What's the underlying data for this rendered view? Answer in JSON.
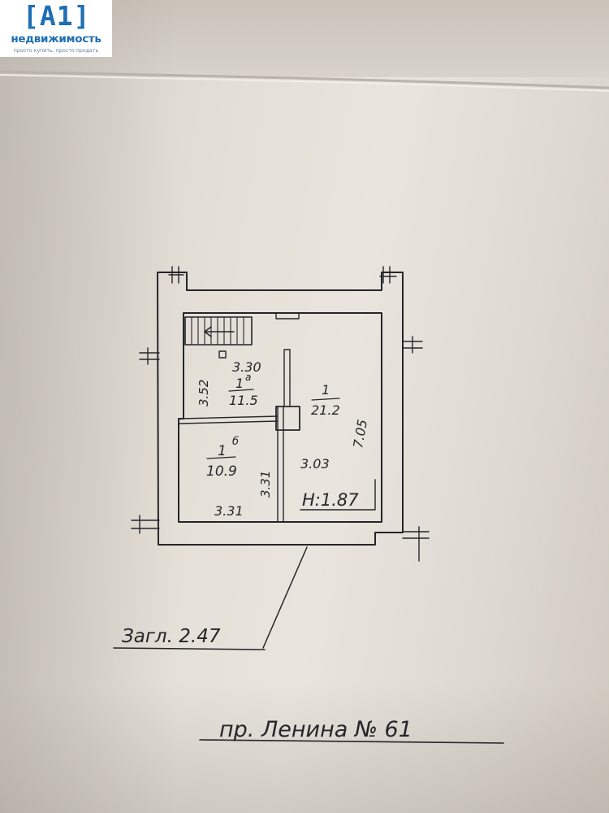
{
  "logo": {
    "mark": "[A1]",
    "name": "недвижимость",
    "tagline": "просто купить, просто продать"
  },
  "rooms": [
    {
      "id": "1a",
      "number": "1",
      "suffix": "а",
      "area": "11.5",
      "width": "3.30",
      "depth": "3.52"
    },
    {
      "id": "1b",
      "number": "1",
      "suffix": "б",
      "area": "10.9",
      "width": "3.31",
      "depth": "3.31"
    },
    {
      "id": "1",
      "number": "1",
      "area": "21.2",
      "width": "3.03",
      "depth": "7.05"
    }
  ],
  "height_label": "H:1.87",
  "depth_label": "Загл. 2.47",
  "address": "пр. Ленина № 61",
  "colors": {
    "ink": "#26252a",
    "logo_blue": "#1f6fb3",
    "paper": "#e6e1da"
  }
}
